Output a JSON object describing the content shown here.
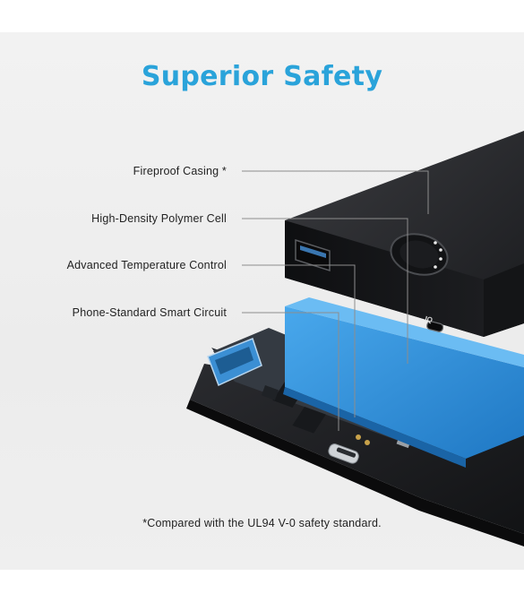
{
  "title": "Superior Safety",
  "features": [
    {
      "label": "Fireproof Casing *",
      "icon": "shell-casing"
    },
    {
      "label": "High-Density Polymer Cell",
      "icon": "battery-cell"
    },
    {
      "label": "Advanced Temperature Control",
      "icon": "chip"
    },
    {
      "label": "Phone-Standard Smart Circuit",
      "icon": "circuit-board"
    }
  ],
  "footnote": "*Compared with the UL94 V-0 safety standard.",
  "port_marking": "IQ",
  "colors": {
    "title": "#2aa3da",
    "cell_blue": "#2f8fd6",
    "casing": "#1c1d20",
    "pcb": "#2b3037",
    "background": "#eeeeee"
  }
}
